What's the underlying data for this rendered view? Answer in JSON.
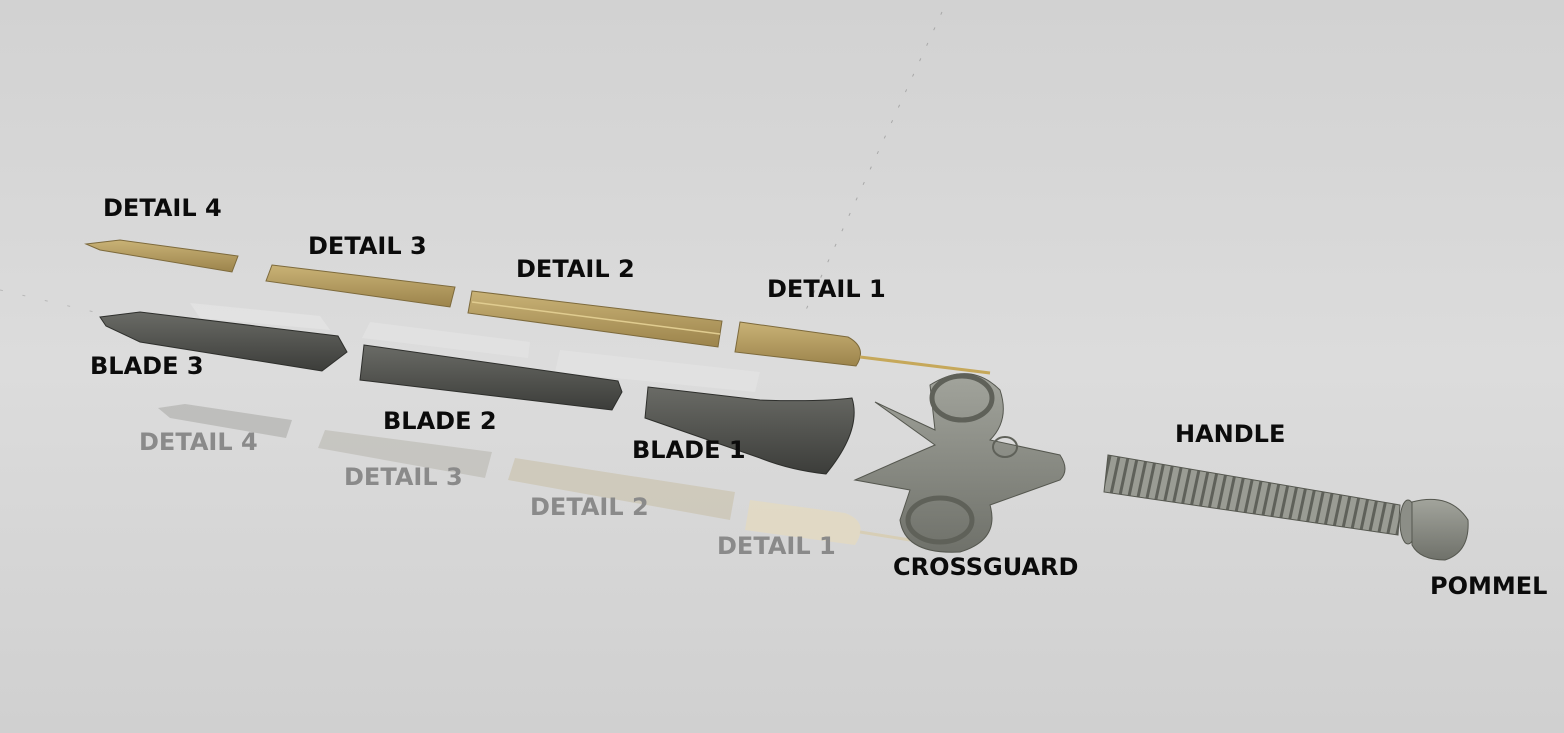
{
  "labels": {
    "detail_4": "DETAIL 4",
    "detail_3": "DETAIL 3",
    "detail_2": "DETAIL 2",
    "detail_1": "DETAIL 1",
    "blade_3": "BLADE 3",
    "blade_2": "BLADE 2",
    "blade_1": "BLADE 1",
    "handle": "HANDLE",
    "crossguard": "CROSSGUARD",
    "pommel": "POMMEL"
  },
  "reflection_labels": {
    "detail_4": "DETAIL 4",
    "detail_3": "DETAIL 3",
    "detail_2": "DETAIL 2",
    "detail_1": "DETAIL 1"
  },
  "colors": {
    "background": "#d6d6d6",
    "gold_detail": "#b39c62",
    "blade": "#4b4c48",
    "metal": "#8c8e87",
    "label": "#0b0b0b",
    "ghost_label": "#8a8a8a"
  }
}
